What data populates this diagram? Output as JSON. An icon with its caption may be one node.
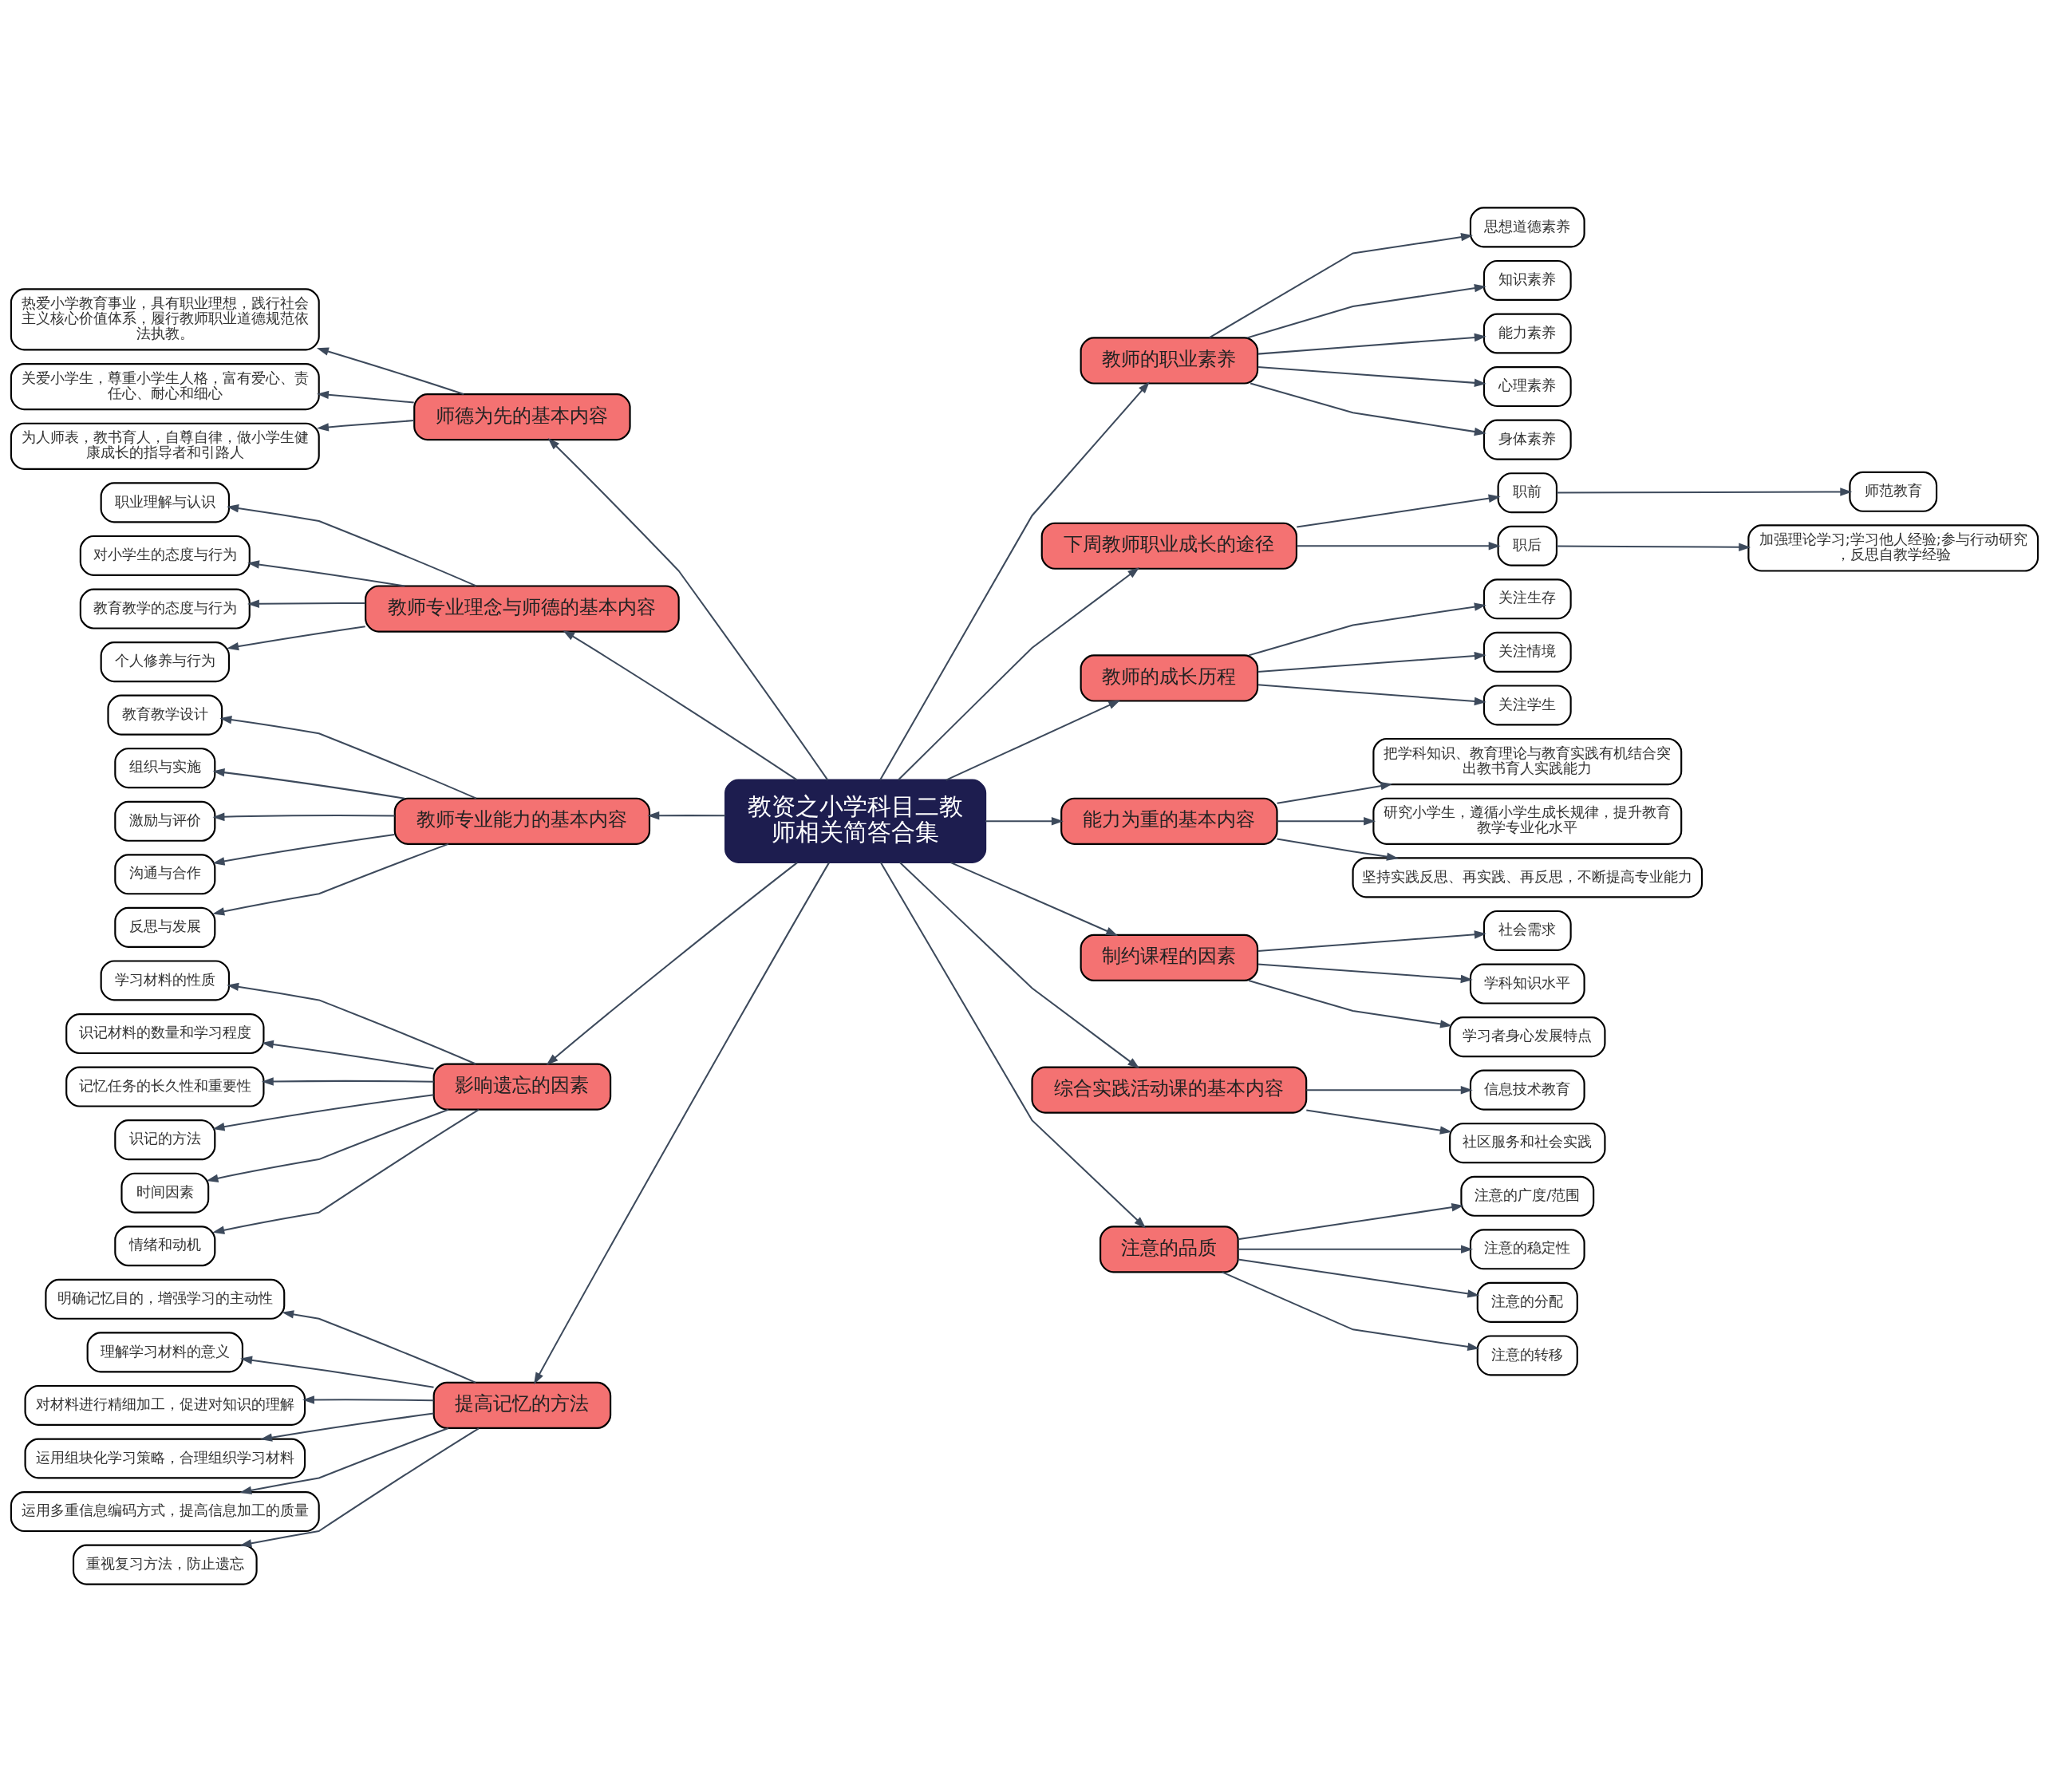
{
  "diagram": {
    "nodes": [
      {
        "text": [
          "教资之小学科目二教师相关简答合集"
        ]
      },
      {
        "text": [
          "师德为先的基本内容"
        ]
      },
      {
        "text": [
          "热爱小学教育事业，具有职业理想，践行社会主义核心价值体系，履行教师职业道德规范依法执教。"
        ]
      },
      {
        "text": [
          "关爱小学生，尊重小学生人格，富有爱心、责任心、耐心和细心"
        ]
      },
      {
        "text": [
          "为人师表，教书育人，自尊自律，做小学生健康成长的指导者和引路人"
        ]
      },
      {
        "text": [
          "教师专业理念与师德的基本内容"
        ]
      },
      {
        "text": [
          "职业理解与认识"
        ]
      },
      {
        "text": [
          "对小学生的态度与行为"
        ]
      },
      {
        "text": [
          "教育教学的态度与行为"
        ]
      },
      {
        "text": [
          "个人修养与行为"
        ]
      },
      {
        "text": [
          "教师专业能力的基本内容"
        ]
      },
      {
        "text": [
          "教育教学设计"
        ]
      },
      {
        "text": [
          "组织与实施"
        ]
      },
      {
        "text": [
          "激励与评价"
        ]
      },
      {
        "text": [
          "沟通与合作"
        ]
      },
      {
        "text": [
          "反思与发展"
        ]
      },
      {
        "text": [
          "影响遗忘的因素"
        ]
      },
      {
        "text": [
          "学习材料的性质"
        ]
      },
      {
        "text": [
          "识记材料的数量和学习程度"
        ]
      },
      {
        "text": [
          "记忆任务的长久性和重要性"
        ]
      },
      {
        "text": [
          "识记的方法"
        ]
      },
      {
        "text": [
          "时间因素"
        ]
      },
      {
        "text": [
          "情绪和动机"
        ]
      },
      {
        "text": [
          "提高记忆的方法"
        ]
      },
      {
        "text": [
          "明确记忆目的，增强学习的主动性"
        ]
      },
      {
        "text": [
          "理解学习材料的意义"
        ]
      },
      {
        "text": [
          "对材料进行精细加工，促进对知识的理解"
        ]
      },
      {
        "text": [
          "运用组块化学习策略，合理组织学习材料"
        ]
      },
      {
        "text": [
          "运用多重信息编码方式，提高信息加工的质量"
        ]
      },
      {
        "text": [
          "重视复习方法，防止遗忘"
        ]
      },
      {
        "text": [
          "教师的职业素养"
        ]
      },
      {
        "text": [
          "思想道德素养"
        ]
      },
      {
        "text": [
          "知识素养"
        ]
      },
      {
        "text": [
          "能力素养"
        ]
      },
      {
        "text": [
          "心理素养"
        ]
      },
      {
        "text": [
          "身体素养"
        ]
      },
      {
        "text": [
          "下周教师职业成长的途径"
        ]
      },
      {
        "text": [
          "职前"
        ]
      },
      {
        "text": [
          "师范教育"
        ]
      },
      {
        "text": [
          "职后"
        ]
      },
      {
        "text": [
          "加强理论学习;学习他人经验;参与行动研究，反思自教学经验"
        ]
      },
      {
        "text": [
          "教师的成长历程"
        ]
      },
      {
        "text": [
          "关注生存"
        ]
      },
      {
        "text": [
          "关注情境"
        ]
      },
      {
        "text": [
          "关注学生"
        ]
      },
      {
        "text": [
          "能力为重的基本内容"
        ]
      },
      {
        "text": [
          "把学科知识、教育理论与教育实践有机结合突出教书育人实践能力"
        ]
      },
      {
        "text": [
          "研究小学生，遵循小学生成长规律，提升教育教学专业化水平"
        ]
      },
      {
        "text": [
          "坚持实践反思、再实践、再反思，不断提高专业能力"
        ]
      },
      {
        "text": [
          "制约课程的因素"
        ]
      },
      {
        "text": [
          "社会需求"
        ]
      },
      {
        "text": [
          "学科知识水平"
        ]
      },
      {
        "text": [
          "学习者身心发展特点"
        ]
      },
      {
        "text": [
          "综合实践活动课的基本内容"
        ]
      },
      {
        "text": [
          "信息技术教育"
        ]
      },
      {
        "text": [
          "社区服务和社会实践"
        ]
      },
      {
        "text": [
          "注意的品质"
        ]
      },
      {
        "text": [
          "注意的广度/范围"
        ]
      },
      {
        "text": [
          "注意的稳定性"
        ]
      },
      {
        "text": [
          "注意的分配"
        ]
      },
      {
        "text": [
          "注意的转移"
        ]
      }
    ],
    "edges": [
      {
        "from": 0,
        "to": 1,
        "arrow": "to"
      },
      {
        "from": 1,
        "to": 2,
        "arrow": "to"
      },
      {
        "from": 1,
        "to": 3,
        "arrow": "to"
      },
      {
        "from": 1,
        "to": 4,
        "arrow": "to"
      },
      {
        "from": 0,
        "to": 5,
        "arrow": "to"
      },
      {
        "from": 5,
        "to": 6,
        "arrow": "to"
      },
      {
        "from": 5,
        "to": 7,
        "arrow": "to"
      },
      {
        "from": 5,
        "to": 8,
        "arrow": "to"
      },
      {
        "from": 5,
        "to": 9,
        "arrow": "to"
      },
      {
        "from": 0,
        "to": 10,
        "arrow": "to"
      },
      {
        "from": 10,
        "to": 11,
        "arrow": "to"
      },
      {
        "from": 10,
        "to": 12,
        "arrow": "to"
      },
      {
        "from": 10,
        "to": 13,
        "arrow": "to"
      },
      {
        "from": 10,
        "to": 14,
        "arrow": "to"
      },
      {
        "from": 10,
        "to": 15,
        "arrow": "to"
      },
      {
        "from": 0,
        "to": 16,
        "arrow": "to"
      },
      {
        "from": 16,
        "to": 17,
        "arrow": "to"
      },
      {
        "from": 16,
        "to": 18,
        "arrow": "to"
      },
      {
        "from": 16,
        "to": 19,
        "arrow": "to"
      },
      {
        "from": 16,
        "to": 20,
        "arrow": "to"
      },
      {
        "from": 16,
        "to": 21,
        "arrow": "to"
      },
      {
        "from": 16,
        "to": 22,
        "arrow": "to"
      },
      {
        "from": 0,
        "to": 23,
        "arrow": "to"
      },
      {
        "from": 23,
        "to": 24,
        "arrow": "to"
      },
      {
        "from": 23,
        "to": 25,
        "arrow": "to"
      },
      {
        "from": 23,
        "to": 26,
        "arrow": "to"
      },
      {
        "from": 23,
        "to": 27,
        "arrow": "to"
      },
      {
        "from": 23,
        "to": 28,
        "arrow": "to"
      },
      {
        "from": 23,
        "to": 29,
        "arrow": "to"
      },
      {
        "from": 0,
        "to": 30,
        "arrow": "to"
      },
      {
        "from": 30,
        "to": 31,
        "arrow": "to"
      },
      {
        "from": 30,
        "to": 32,
        "arrow": "to"
      },
      {
        "from": 30,
        "to": 33,
        "arrow": "to"
      },
      {
        "from": 30,
        "to": 34,
        "arrow": "to"
      },
      {
        "from": 30,
        "to": 35,
        "arrow": "to"
      },
      {
        "from": 0,
        "to": 36,
        "arrow": "to"
      },
      {
        "from": 36,
        "to": 37,
        "arrow": "to"
      },
      {
        "from": 37,
        "to": 38,
        "arrow": "to"
      },
      {
        "from": 36,
        "to": 39,
        "arrow": "to"
      },
      {
        "from": 39,
        "to": 40,
        "arrow": "to"
      },
      {
        "from": 0,
        "to": 41,
        "arrow": "to"
      },
      {
        "from": 41,
        "to": 42,
        "arrow": "to"
      },
      {
        "from": 41,
        "to": 43,
        "arrow": "to"
      },
      {
        "from": 41,
        "to": 44,
        "arrow": "to"
      },
      {
        "from": 0,
        "to": 45,
        "arrow": "to"
      },
      {
        "from": 45,
        "to": 46,
        "arrow": "to"
      },
      {
        "from": 45,
        "to": 47,
        "arrow": "to"
      },
      {
        "from": 45,
        "to": 48,
        "arrow": "to"
      },
      {
        "from": 0,
        "to": 49,
        "arrow": "to"
      },
      {
        "from": 49,
        "to": 50,
        "arrow": "to"
      },
      {
        "from": 49,
        "to": 51,
        "arrow": "to"
      },
      {
        "from": 49,
        "to": 52,
        "arrow": "to"
      },
      {
        "from": 0,
        "to": 53,
        "arrow": "to"
      },
      {
        "from": 53,
        "to": 54,
        "arrow": "to"
      },
      {
        "from": 53,
        "to": 55,
        "arrow": "to"
      },
      {
        "from": 0,
        "to": 56,
        "arrow": "to"
      },
      {
        "from": 56,
        "to": 57,
        "arrow": "to"
      },
      {
        "from": 56,
        "to": 58,
        "arrow": "to"
      },
      {
        "from": 56,
        "to": 59,
        "arrow": "to"
      },
      {
        "from": 56,
        "to": 60,
        "arrow": "to"
      }
    ]
  }
}
